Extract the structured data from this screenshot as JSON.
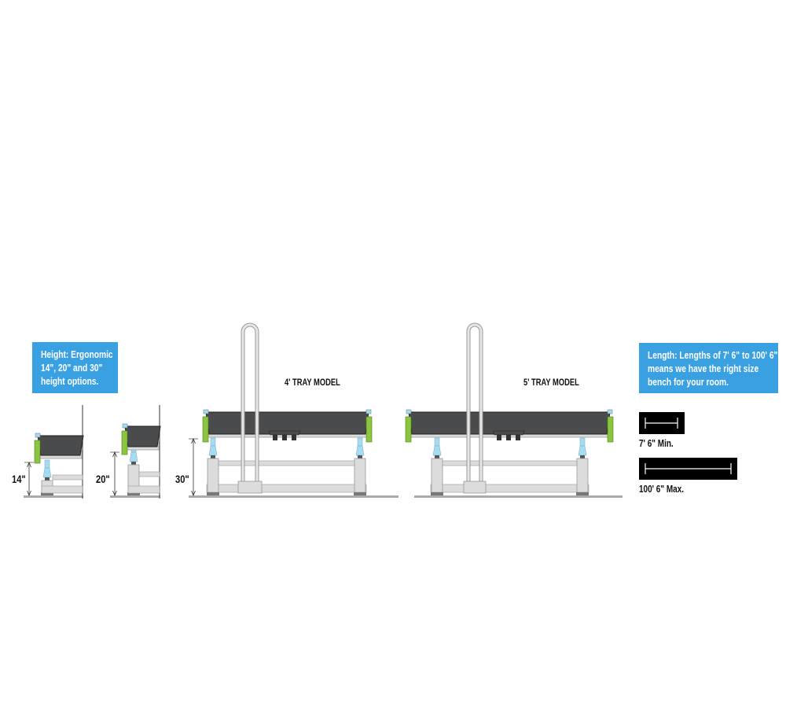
{
  "height_callout": {
    "lines": [
      "Height: Ergonomic",
      "14\", 20\" and 30\"",
      "height options."
    ]
  },
  "length_callout": {
    "lines": [
      "Length: Lengths of 7' 6\" to 100' 6\"",
      "means we have the right size",
      "bench for your room."
    ]
  },
  "heights": {
    "h14": "14\"",
    "h20": "20\"",
    "h30": "30\""
  },
  "models": {
    "four_foot": "4' TRAY MODEL",
    "five_foot": "5' TRAY MODEL"
  },
  "lengths": {
    "min": "7' 6\" Min.",
    "max": "100' 6\" Max."
  },
  "colors": {
    "callout_blue": "#39a1e1",
    "tray_dark": "#4a4b4d",
    "frame_grey": "#dcdcdc",
    "tray_green": "#8cc63f",
    "leg_blue": "#a6dcf2"
  }
}
